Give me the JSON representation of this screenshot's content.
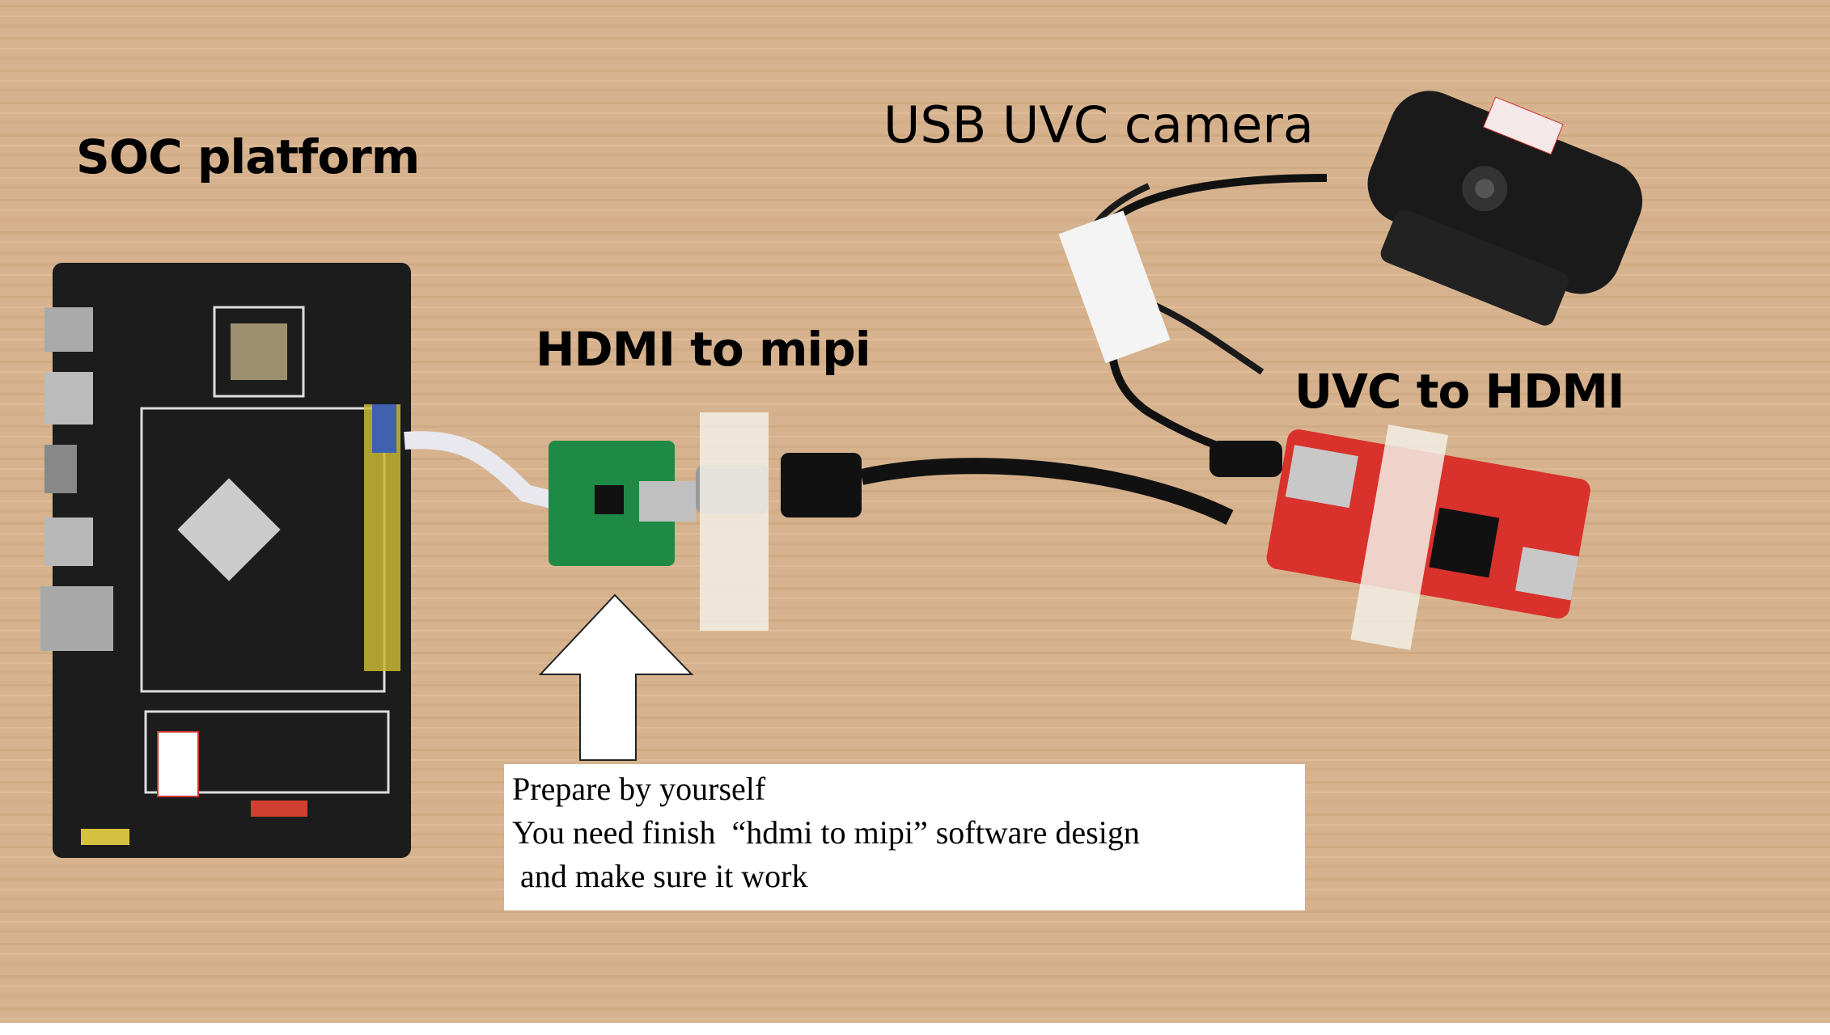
{
  "labels": {
    "soc_platform": "SOC platform",
    "usb_camera": "USB UVC camera",
    "hdmi_to_mipi": "HDMI to mipi",
    "uvc_to_hdmi": "UVC to HDMI"
  },
  "note": {
    "line1": "Prepare by yourself",
    "line2": "You need finish  “hdmi to mipi” software design",
    "line3": " and make sure it work"
  },
  "colors": {
    "wood": "#d6b38e",
    "pcb_black": "#1c1c1c",
    "pcb_green": "#1f8a45",
    "pcb_red": "#d9312b"
  }
}
